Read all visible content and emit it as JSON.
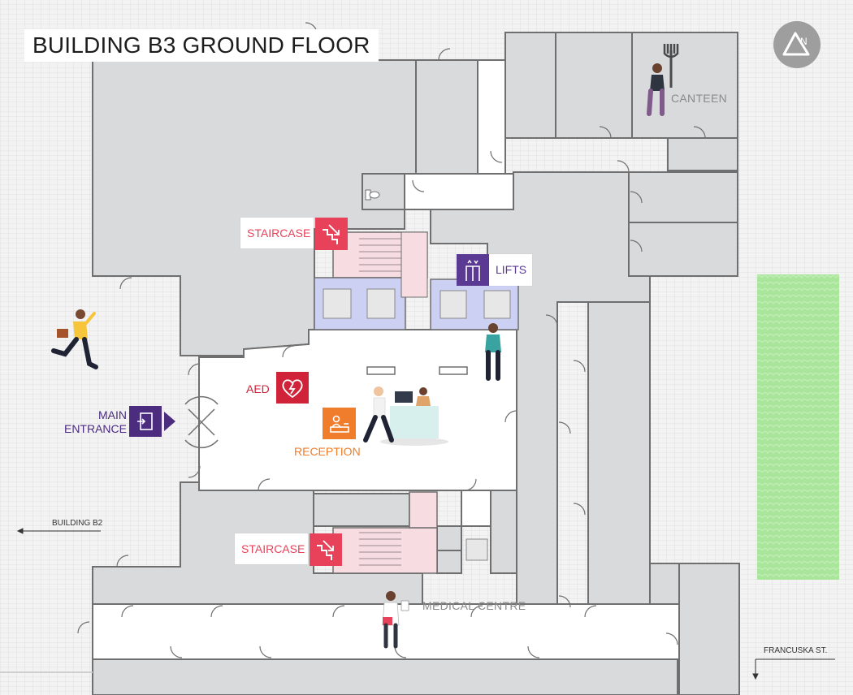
{
  "header": {
    "title": "BUILDING B3 GROUND FLOOR"
  },
  "compass": {
    "icon": "north-arrow-icon",
    "glyph": "N"
  },
  "labels": {
    "staircase_top": "STAIRCASE",
    "staircase_bottom": "STAIRCASE",
    "lifts": "LIFTS",
    "aed": "AED",
    "reception": "RECEPTION",
    "main_entrance_line1": "MAIN",
    "main_entrance_line2": "ENTRANCE",
    "canteen": "CANTEEN",
    "medical_centre": "MEDICAL CENTRE",
    "building_b2": "BUILDING B2",
    "francuska_st": "FRANCUSKA ST."
  },
  "icons": {
    "staircase": "staircase-icon",
    "lifts": "lift-icon",
    "aed": "aed-heart-icon",
    "reception": "reception-desk-icon",
    "entrance": "entrance-door-icon",
    "toilet": "toilet-icon"
  },
  "colors": {
    "staircase": "#e8425a",
    "staircase_zone": "#f7dde1",
    "lifts": "#5b3a93",
    "lift_zone": "#ccd0f2",
    "aed": "#d0233a",
    "reception": "#f07d2c",
    "entrance": "#4b2c7f",
    "room_fill": "#d9dadc",
    "corridor": "#ffffff",
    "wall": "#6f6f6f",
    "green_area": "#a9e59a"
  }
}
